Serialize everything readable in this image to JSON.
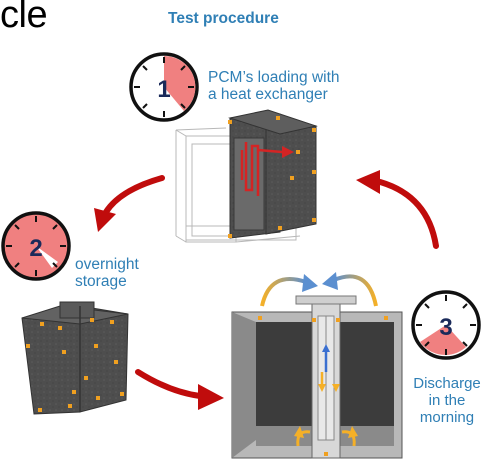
{
  "title_fragment": "cle",
  "heading": "Test procedure",
  "steps": [
    {
      "number": "1",
      "lines": [
        "PCM’s loading with",
        "a heat exchanger"
      ]
    },
    {
      "number": "2",
      "lines": [
        "overnight",
        "storage"
      ]
    },
    {
      "number": "3",
      "lines": [
        "Discharge",
        "in the",
        "morning"
      ]
    }
  ],
  "colors": {
    "text_blue": "#2f7fb5",
    "cycle_arrow": "#c00c0c",
    "clock_fill": "#f08080",
    "flow_orange": "#f5b027",
    "panel_dark": "#4a4a4a",
    "marker": "#f0a020"
  }
}
